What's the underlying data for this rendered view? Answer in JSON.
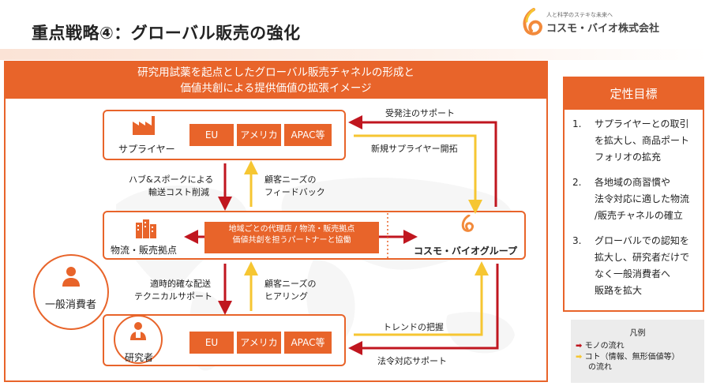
{
  "page": {
    "title": "重点戦略④：グローバル販売の強化"
  },
  "logo": {
    "tagline": "人と科学のステキな未来へ",
    "name": "コスモ・バイオ株式会社"
  },
  "diagram": {
    "header_line1": "研究用試薬を起点としたグローバル販売チャネルの形成と",
    "header_line2": "価値共創による提供価値の拡張イメージ",
    "supplier": {
      "label": "サプライヤー",
      "chips": [
        "EU",
        "アメリカ",
        "APAC等"
      ]
    },
    "distribution": {
      "label": "物流・販売拠点",
      "center_line1": "地域ごとの代理店 / 物流・販売拠点",
      "center_line2": "価値共創を担うパートナーと協働",
      "cosmo_label": "コスモ・バイオグループ"
    },
    "researcher": {
      "label": "研究者",
      "chips": [
        "EU",
        "アメリカ",
        "APAC等"
      ]
    },
    "consumer": {
      "label": "一般消費者"
    },
    "flows": {
      "order_support": "受発注のサポート",
      "new_supplier": "新規サプライヤー開拓",
      "hub_line1": "ハブ&スポークによる",
      "hub_line2": "輸送コスト削減",
      "feedback_line1": "顧客ニーズの",
      "feedback_line2": "フィードバック",
      "timely_line1": "適時的確な配送",
      "timely_line2": "テクニカルサポート",
      "hearing_line1": "顧客ニーズの",
      "hearing_line2": "ヒアリング",
      "trend": "トレンドの把握",
      "legal": "法令対応サポート"
    }
  },
  "goals": {
    "title": "定性目標",
    "items": [
      {
        "num": "1.",
        "lines": [
          "サプライヤーとの取引",
          "を拡大し、商品ポート",
          "フォリオの拡充"
        ]
      },
      {
        "num": "2.",
        "lines": [
          "各地域の商習慣や",
          "法令対応に適した物流",
          "/販売チャネルの確立"
        ]
      },
      {
        "num": "3.",
        "lines": [
          "グローバルでの認知を",
          "拡大し、研究者だけで",
          "なく一般消費者へ",
          "販路を拡大"
        ]
      }
    ]
  },
  "legend": {
    "title": "凡例",
    "goods_label": "モノの流れ",
    "info_line1": "コト（情報、無形価値等）",
    "info_line2": "の流れ"
  },
  "colors": {
    "accent": "#e8642a",
    "goods_arrow": "#c0161f",
    "info_arrow": "#f6c632"
  }
}
